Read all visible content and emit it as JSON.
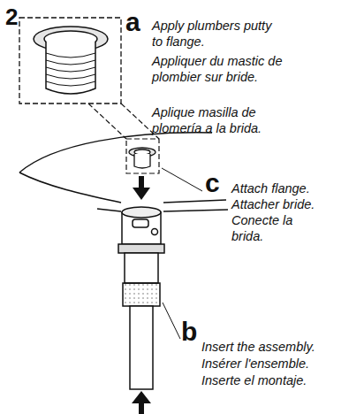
{
  "diagram": {
    "labels": [
      "2",
      "a",
      "Apply plumbers putty to flange.",
      "Appliquer du mastic de plombier sur bride.",
      "Aplique masilla de plomería a la brida.",
      "c",
      "Attach flange.",
      "Attacher bride.",
      "Conecte la brida.",
      "b",
      "Insert the assembly.",
      "Insérer l'ensemble.",
      "Inserte el montaje."
    ]
  }
}
